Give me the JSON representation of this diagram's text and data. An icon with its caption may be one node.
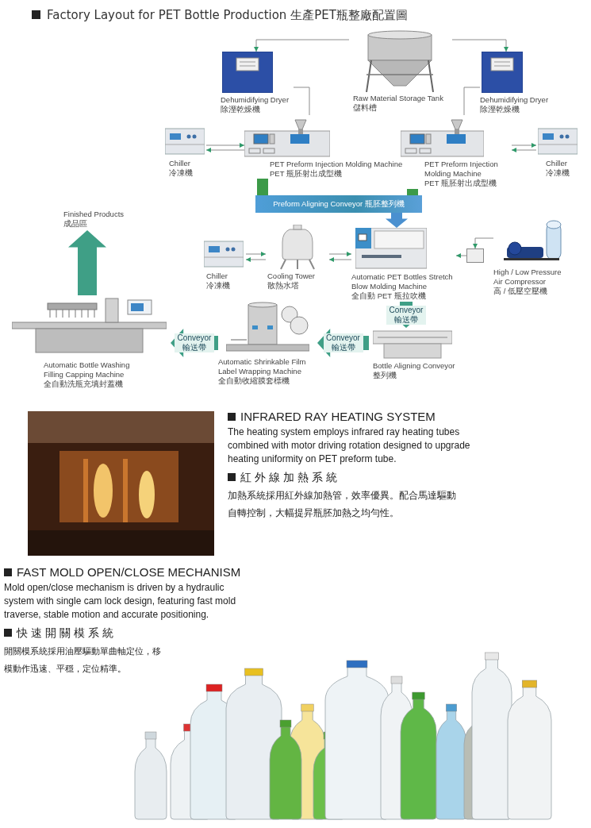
{
  "diagram": {
    "title": "Factory Layout for PET Bottle Production 生產PET瓶整廠配置圖",
    "nodes": [
      {
        "text": [
          "Raw Material Storage Tank",
          "儲料槽"
        ]
      },
      {
        "text": [
          "Dehumidifying Dryer",
          "除溼乾燥機"
        ]
      },
      {
        "text": [
          "Dehumidifying Dryer",
          "除溼乾燥機"
        ]
      },
      {
        "text": [
          "Chiller",
          "冷凍機"
        ]
      },
      {
        "text": [
          "PET Preform Injection Molding Machine",
          "PET 瓶胚射出成型機"
        ]
      },
      {
        "text": [
          "PET Preform Injection Molding Machine",
          "PET 瓶胚射出成型機"
        ]
      },
      {
        "text": [
          "Chiller",
          "冷凍機"
        ]
      },
      {
        "text": [
          "Preform Aligning Conveyor 瓶胚整列機"
        ]
      },
      {
        "text": [
          "Chiller",
          "冷凍機"
        ]
      },
      {
        "text": [
          "Cooling Tower",
          "散熱水塔"
        ]
      },
      {
        "text": [
          "Automatic PET Bottles Stretch Blow Molding Machine",
          "全自動 PET 瓶拉吹機"
        ]
      },
      {
        "text": [],
        "shape": "box"
      },
      {
        "text": [
          "High / Low Pressure Air Compressor",
          "高 / 低壓空壓機"
        ]
      },
      {
        "text": [
          "Bottle Aligning Conveyor",
          "整列機"
        ]
      },
      {
        "text": [
          "Automatic Shrinkable Film Label Wrapping Machine",
          "全自動收縮膜套標機"
        ]
      },
      {
        "text": [
          "Automatic Bottle Washing Filling Capping Machine",
          "全自動洗瓶充填封蓋機"
        ]
      },
      {
        "text": [
          "Finished Products",
          "成品區"
        ]
      }
    ],
    "edges": [
      {
        "from": 0,
        "to": 1,
        "arrow": "to"
      },
      {
        "from": 0,
        "to": 2,
        "arrow": "to"
      },
      {
        "from": 1,
        "to": 4,
        "arrow": "none"
      },
      {
        "from": 2,
        "to": 5,
        "arrow": "none"
      },
      {
        "from": 3,
        "to": 4,
        "arrow": "to"
      },
      {
        "from": 4,
        "to": 3,
        "arrow": "to"
      },
      {
        "from": 5,
        "to": 6,
        "arrow": "to"
      },
      {
        "from": 6,
        "to": 5,
        "arrow": "to"
      },
      {
        "from": 4,
        "to": 7,
        "arrow": "none",
        "style": "thick",
        "color": "#3c9a48"
      },
      {
        "from": 5,
        "to": 7,
        "arrow": "none",
        "style": "thick",
        "color": "#3c9a48"
      },
      {
        "from": 7,
        "to": 10,
        "arrow": "to",
        "style": "thick",
        "color": "#4a90d0"
      },
      {
        "from": 8,
        "to": 9,
        "arrow": "to"
      },
      {
        "from": 9,
        "to": 8,
        "arrow": "to"
      },
      {
        "from": 9,
        "to": 10,
        "arrow": "to"
      },
      {
        "from": 10,
        "to": 9,
        "arrow": "to"
      },
      {
        "from": 11,
        "to": 10,
        "arrow": "to"
      },
      {
        "from": 12,
        "to": 11,
        "arrow": "to"
      },
      {
        "from": 10,
        "to": 13,
        "arrow": "to",
        "label": "Conveyor 輸送帶",
        "style": "thick",
        "color": "#3f9f86"
      },
      {
        "from": 13,
        "to": 14,
        "arrow": "to",
        "label": "Conveyor 輸送帶",
        "style": "thick",
        "color": "#3f9f86"
      },
      {
        "from": 14,
        "to": 15,
        "arrow": "to",
        "label": "Conveyor 輸送帶",
        "style": "thick",
        "color": "#3f9f86"
      },
      {
        "from": 15,
        "to": 16,
        "arrow": "to",
        "style": "thick",
        "color": "#3f9f86"
      }
    ],
    "labels": [
      "INFRARED RAY HEATING SYSTEM",
      "The heating system employs infrared ray heating tubes combined with motor driving rotation designed to upgrade heating uniformity on PET preform tube.",
      "紅外線加熱系統",
      "加熱系統採用紅外線加熱管，效率優異。配合馬達驅動自轉控制，大幅提昇瓶胚加熱之均勻性。",
      "FAST MOLD OPEN/CLOSE MECHANISM",
      "Mold open/close mechanism is driven by a hydraulic system with single cam lock design, featuring fast mold traverse, stable motion and accurate positioning.",
      "快速開關模系統",
      "開關模系統採用油壓驅動單曲軸定位，移模動作迅速、平穩，定位精準。"
    ]
  }
}
